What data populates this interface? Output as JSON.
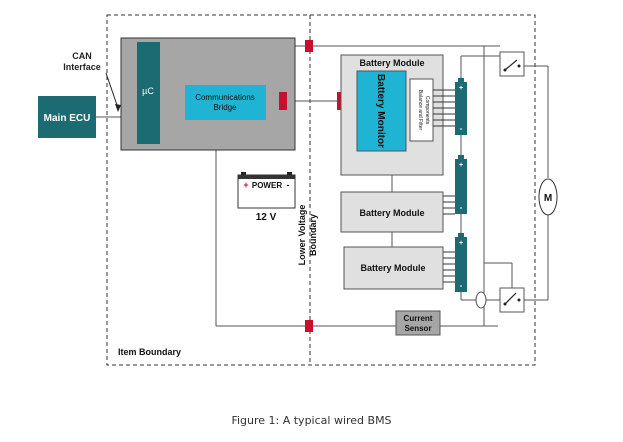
{
  "labels": {
    "can_interface_1": "CAN",
    "can_interface_2": "Interface",
    "main_ecu": "Main ECU",
    "uc": "µC",
    "comm_bridge_1": "Communications",
    "comm_bridge_2": "Bridge",
    "battery_module_top": "Battery Module",
    "battery_monitor": "Battery Monitor",
    "balance_filter_1": "Balance and Filter",
    "balance_filter_2": "Components",
    "battery_module_2": "Battery Module",
    "battery_module_3": "Battery Module",
    "power": "POWER",
    "power_plus": "+",
    "power_minus": "-",
    "voltage_12": "12 V",
    "lower_voltage_1": "Lower Voltage",
    "lower_voltage_2": "Boundary",
    "current_sensor_1": "Current",
    "current_sensor_2": "Sensor",
    "item_boundary": "Item Boundary",
    "motor": "M",
    "cell_plus": "+",
    "cell_minus": "-"
  },
  "caption": "Figure 1: A typical wired BMS",
  "colors": {
    "teal": "#1c6b73",
    "cyan": "#1fb3d4",
    "grey_box": "#a6a6a6",
    "light_box": "#e0e0e0",
    "connector": "#c8102e",
    "line": "#555555"
  }
}
